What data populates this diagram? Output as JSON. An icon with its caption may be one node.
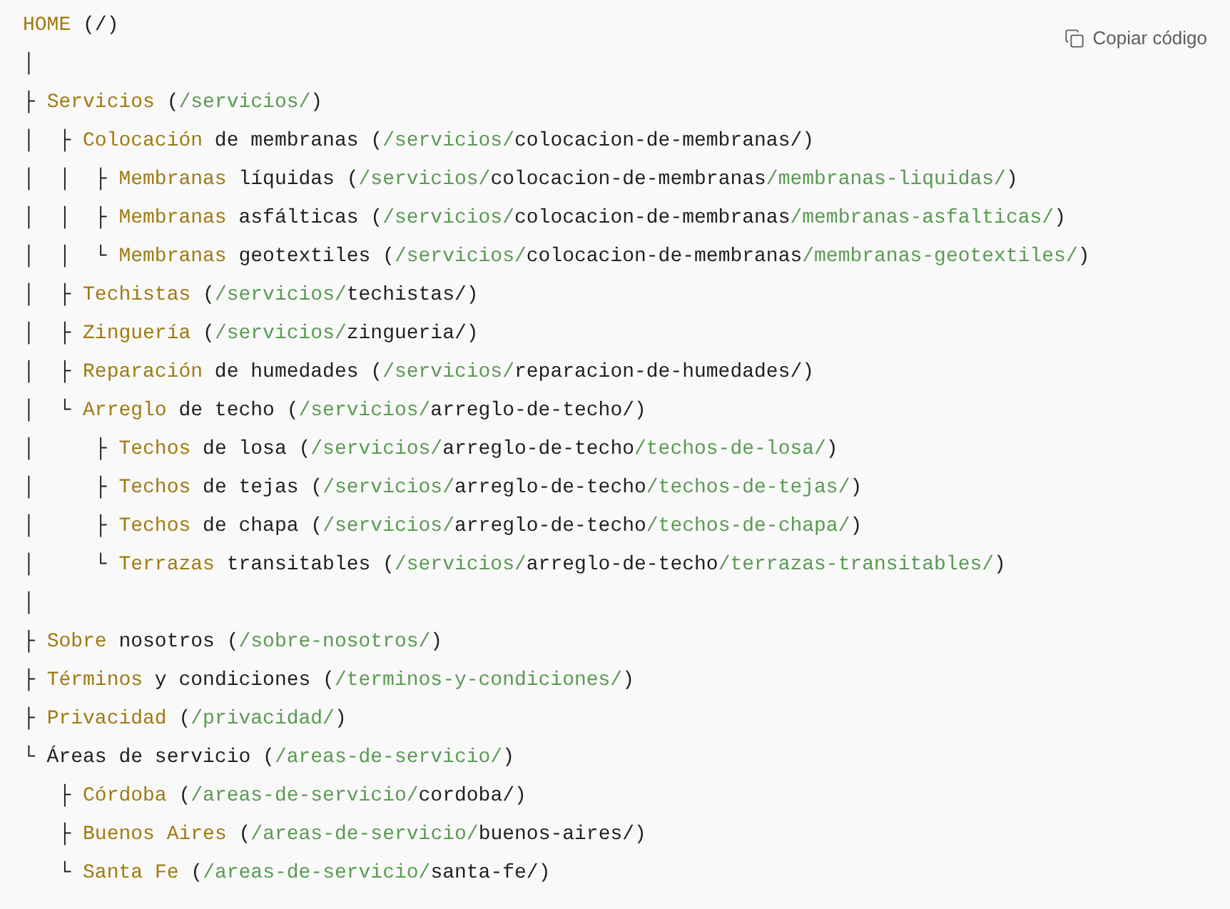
{
  "diagram": {
    "labels": [
      "HOME (/)",
      "Copiar código",
      "│",
      "├ Servicios (/servicios/)",
      "│  ├ Colocación de membranas (/servicios/colocacion-de-membranas/)",
      "│  │  ├ Membranas líquidas (/servicios/colocacion-de-membranas/membranas-liquidas/)",
      "│  │  ├ Membranas asfálticas (/servicios/colocacion-de-membranas/membranas-asfalticas/)",
      "│  │  └ Membranas geotextiles (/servicios/colocacion-de-membranas/membranas-geotextiles/)",
      "│  ├ Techistas (/servicios/techistas/)",
      "│  ├ Zinguería (/servicios/zingueria/)",
      "│  ├ Reparación de humedades (/servicios/reparacion-de-humedades/)",
      "│  └ Arreglo de techo (/servicios/arreglo-de-techo/)",
      "│     ├ Techos de losa (/servicios/arreglo-de-techo/techos-de-losa/)",
      "│     ├ Techos de tejas (/servicios/arreglo-de-techo/techos-de-tejas/)",
      "│     ├ Techos de chapa (/servicios/arreglo-de-techo/techos-de-chapa/)",
      "│     └ Terrazas transitables (/servicios/arreglo-de-techo/terrazas-transitables/)",
      "│",
      "├ Sobre nosotros (/sobre-nosotros/)",
      "├ Términos y condiciones (/terminos-y-condiciones/)",
      "├ Privacidad (/privacidad/)",
      "└ Áreas de servicio (/areas-de-servicio/)",
      "   ├ Córdoba (/areas-de-servicio/cordoba/)",
      "   ├ Buenos Aires (/areas-de-servicio/buenos-aires/)",
      "   └ Santa Fe (/areas-de-servicio/santa-fe/)"
    ]
  }
}
